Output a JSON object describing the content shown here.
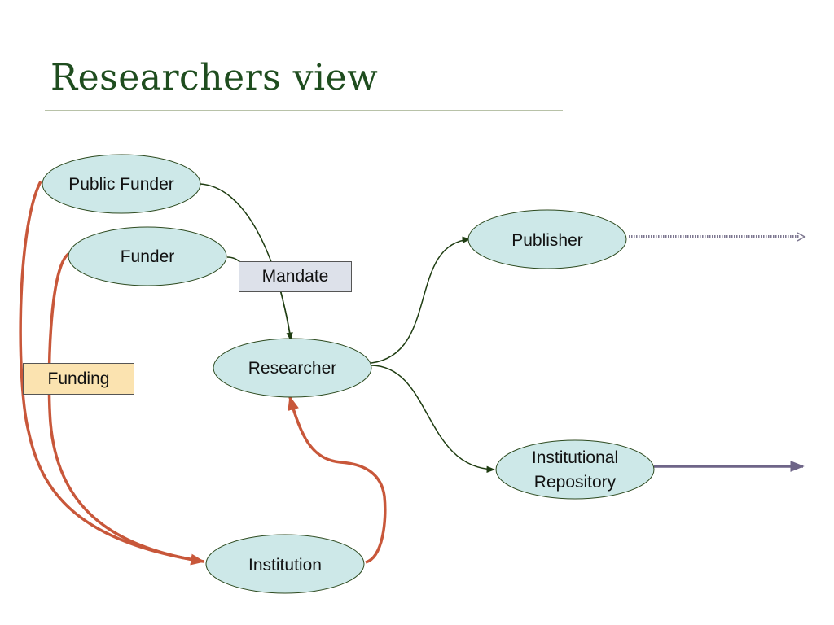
{
  "title": "Researchers view",
  "nodes": {
    "public_funder": "Public Funder",
    "funder": "Funder",
    "researcher": "Researcher",
    "publisher": "Publisher",
    "repository_line1": "Institutional",
    "repository_line2": "Repository",
    "institution": "Institution"
  },
  "labels": {
    "mandate": "Mandate",
    "funding": "Funding"
  },
  "colors": {
    "node_fill": "#cde8e8",
    "node_stroke": "#2d4a1f",
    "green_arrow": "#1f3d12",
    "funding_arrow": "#c8573a",
    "repository_arrow": "#6e6588",
    "title": "#1f4d1f"
  }
}
